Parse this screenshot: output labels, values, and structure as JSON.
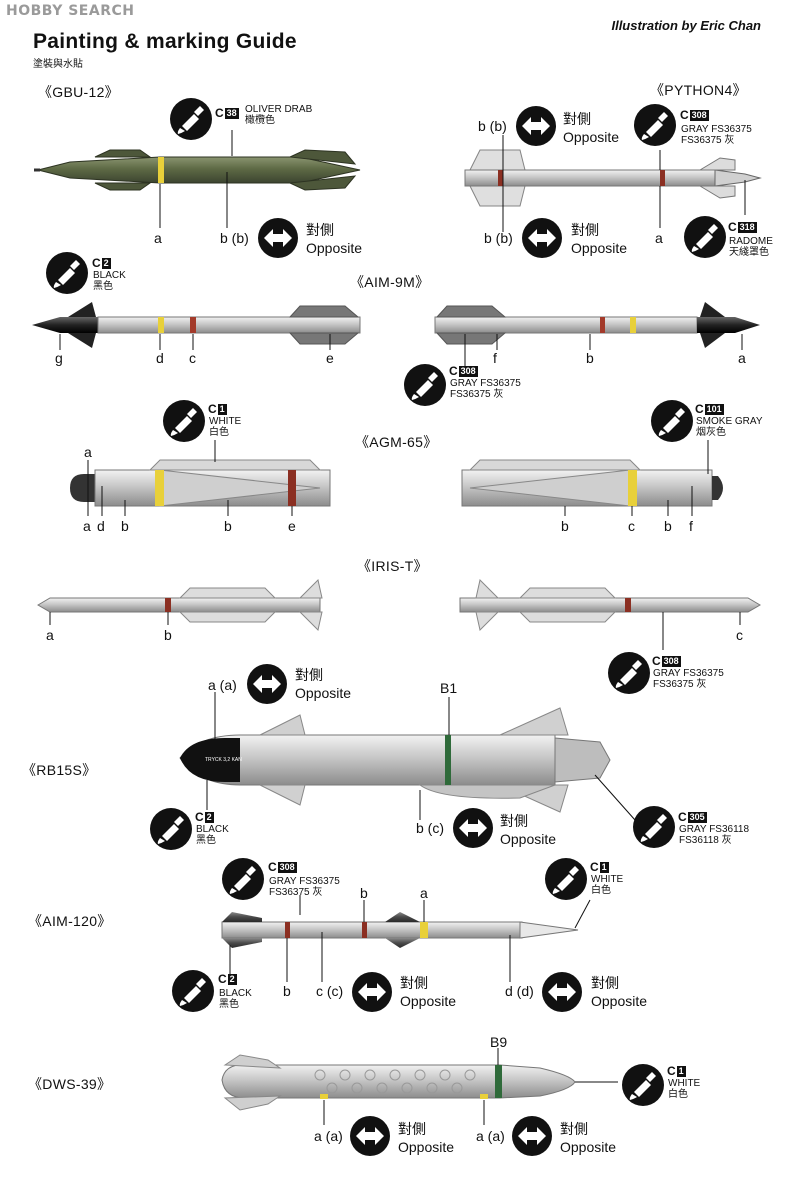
{
  "header": {
    "watermark": "HOBBY SEARCH",
    "credit": "Illustration by Eric Chan",
    "title": "Painting & marking Guide",
    "subtitle": "塗裝與水貼"
  },
  "sections": {
    "gbu12": "《GBU-12》",
    "python4": "《PYTHON4》",
    "aim9m": "《AIM-9M》",
    "agm65": "《AGM-65》",
    "irist": "《IRIS-T》",
    "rb15s": "《RB15S》",
    "aim120": "《AIM-120》",
    "dws39": "《DWS-39》"
  },
  "opposite": {
    "zh": "對側",
    "en": "Opposite"
  },
  "colors": {
    "c38": {
      "code": "C",
      "num": "38",
      "en": "OLIVER DRAB",
      "zh": "橄欖色"
    },
    "c308": {
      "code": "C",
      "num": "308",
      "en": "GRAY FS36375",
      "zh": "FS36375 灰"
    },
    "c318": {
      "code": "C",
      "num": "318",
      "en": "RADOME",
      "zh": "天綫罩色"
    },
    "c2": {
      "code": "C",
      "num": "2",
      "en": "BLACK",
      "zh": "黑色"
    },
    "c1": {
      "code": "C",
      "num": "1",
      "en": "WHITE",
      "zh": "白色"
    },
    "c101": {
      "code": "C",
      "num": "101",
      "en": "SMOKE GRAY",
      "zh": "烟灰色"
    },
    "c305": {
      "code": "C",
      "num": "305",
      "en": "GRAY FS36118",
      "zh": "FS36118 灰"
    }
  },
  "labels": {
    "a": "a",
    "b": "b",
    "c": "c",
    "d": "d",
    "e": "e",
    "f": "f",
    "g": "g",
    "bb": "b (b)",
    "aa": "a (a)",
    "bc": "b (c)",
    "cc": "c (c)",
    "dd": "d (d)",
    "B1": "B1",
    "B9": "B9"
  },
  "stencil": {
    "rb15s": "TRYCK 3,2 KAN"
  }
}
